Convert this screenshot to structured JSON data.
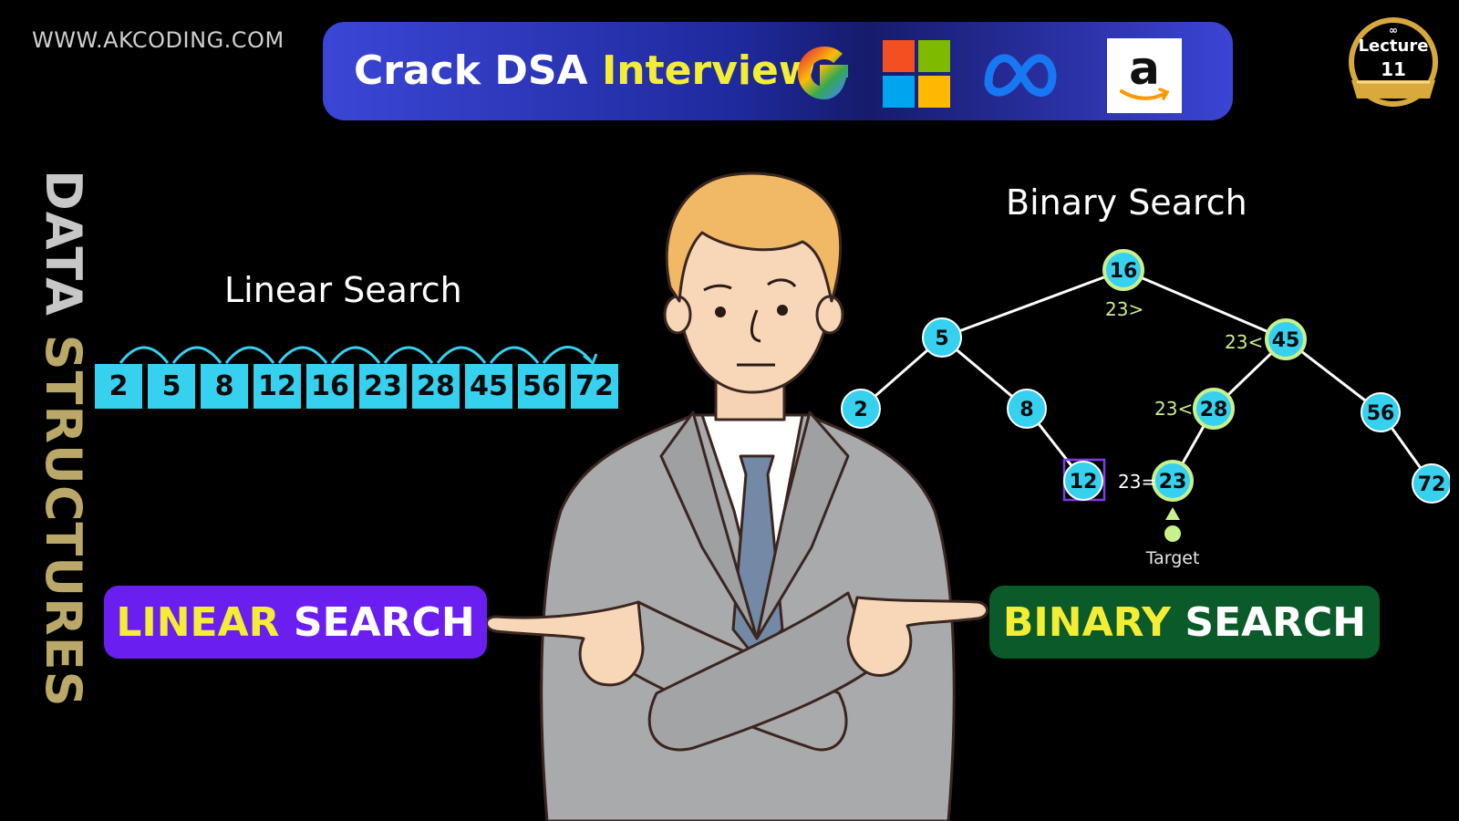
{
  "site_url": "WWW.AKCODING.COM",
  "banner": {
    "title_part1": "Crack DSA",
    "title_part2": "Interview",
    "logos": [
      "google-logo",
      "microsoft-logo",
      "meta-logo",
      "amazon-logo"
    ],
    "amazon_letter": "a"
  },
  "badge": {
    "label": "Lecture",
    "number": "11"
  },
  "side_title": {
    "part1": "DATA",
    "part2": "STRUCTURES"
  },
  "linear_search": {
    "title": "Linear Search",
    "array": [
      "2",
      "5",
      "8",
      "12",
      "16",
      "23",
      "28",
      "45",
      "56",
      "72"
    ]
  },
  "binary_search": {
    "title": "Binary Search",
    "nodes": [
      "16",
      "5",
      "45",
      "2",
      "8",
      "28",
      "56",
      "12",
      "23",
      "72"
    ],
    "comparisons": [
      "23>",
      "23<",
      "23<",
      "23="
    ],
    "target_label": "Target"
  },
  "buttons": {
    "linear_word1": "LINEAR",
    "linear_word2": "SEARCH",
    "binary_word1": "BINARY",
    "binary_word2": "SEARCH"
  },
  "colors": {
    "banner_accent": "#f3ee35",
    "array_cell": "#35d1ef",
    "node_fill": "#35d1ef",
    "node_highlight": "#c9f08a",
    "linear_button": "#6b1ef0",
    "binary_button": "#0b5a2a"
  }
}
